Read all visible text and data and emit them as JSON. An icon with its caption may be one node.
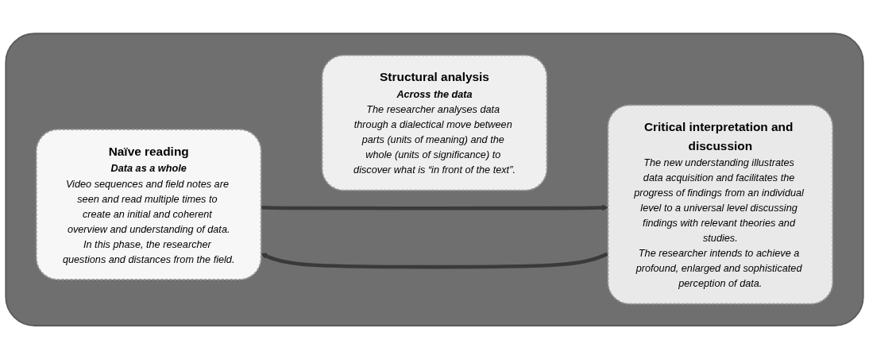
{
  "diagram": {
    "nodes": [
      {
        "text": [],
        "shape": "box"
      },
      {
        "text": [
          "Naïve reading",
          "Data as a whole",
          "Video sequences and field notes are seen and read multiple times to create an initial and coherent overview and understanding of data.",
          "In this phase, the researcher questions and distances from the field."
        ],
        "in": 0
      },
      {
        "text": [
          "Structural analysis",
          "Across the data",
          "The researcher analyses data through a dialectical move between parts (units of meaning) and the whole (units of significance) to discover what is “in front of the text”."
        ],
        "in": 0
      },
      {
        "text": [
          "Critical interpretation and discussion",
          "The new understanding illustrates data acquisition and facilitates the progress of findings from an individual level to a universal level discussing findings with relevant theories and studies.",
          "The researcher intends to achieve a profound, enlarged and sophisticated perception of data."
        ],
        "in": 0
      }
    ],
    "edges": [
      {
        "from": 1,
        "to": 3,
        "arrow": "to"
      },
      {
        "from": 3,
        "to": 1,
        "arrow": "to"
      }
    ]
  }
}
